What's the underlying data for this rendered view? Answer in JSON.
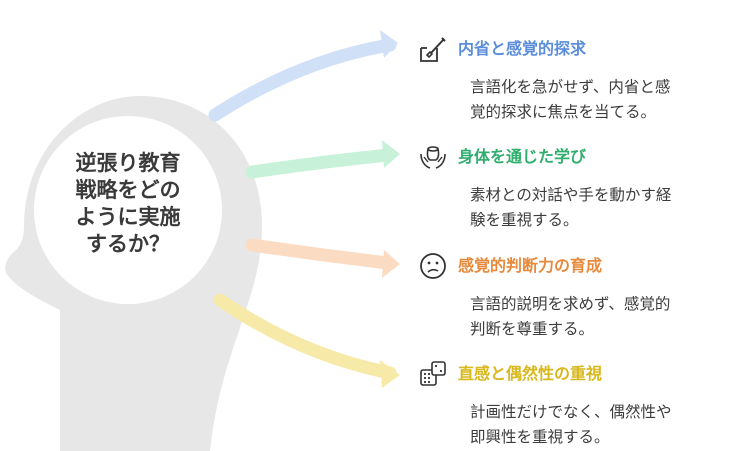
{
  "center": {
    "lines": [
      "逆張り教育",
      "戦略をどの",
      "ように実施",
      "するか？"
    ]
  },
  "items": [
    {
      "title": "内省と感覚的探求",
      "color": "#5b8ddb",
      "arrow_color": "#cfe0f7",
      "icon": "paintbrush-icon",
      "desc": [
        "言語化を急がせず、内省と感",
        "覚的探求に焦点を当てる。"
      ]
    },
    {
      "title": "身体を通じた学び",
      "color": "#2fae6e",
      "arrow_color": "#c7f1d9",
      "icon": "hands-with-pot-icon",
      "desc": [
        "素材との対話や手を動かす経",
        "験を重視する。"
      ]
    },
    {
      "title": "感覚的判断力の育成",
      "color": "#e88a3c",
      "arrow_color": "#fbdcc3",
      "icon": "confused-face-icon",
      "desc": [
        "言語的説明を求めず、感覚的",
        "判断を尊重する。"
      ]
    },
    {
      "title": "直感と偶然性の重視",
      "color": "#d8b81c",
      "arrow_color": "#f7eaa8",
      "icon": "dice-icon",
      "desc": [
        "計画性だけでなく、偶然性や",
        "即興性を重視する。"
      ]
    }
  ]
}
